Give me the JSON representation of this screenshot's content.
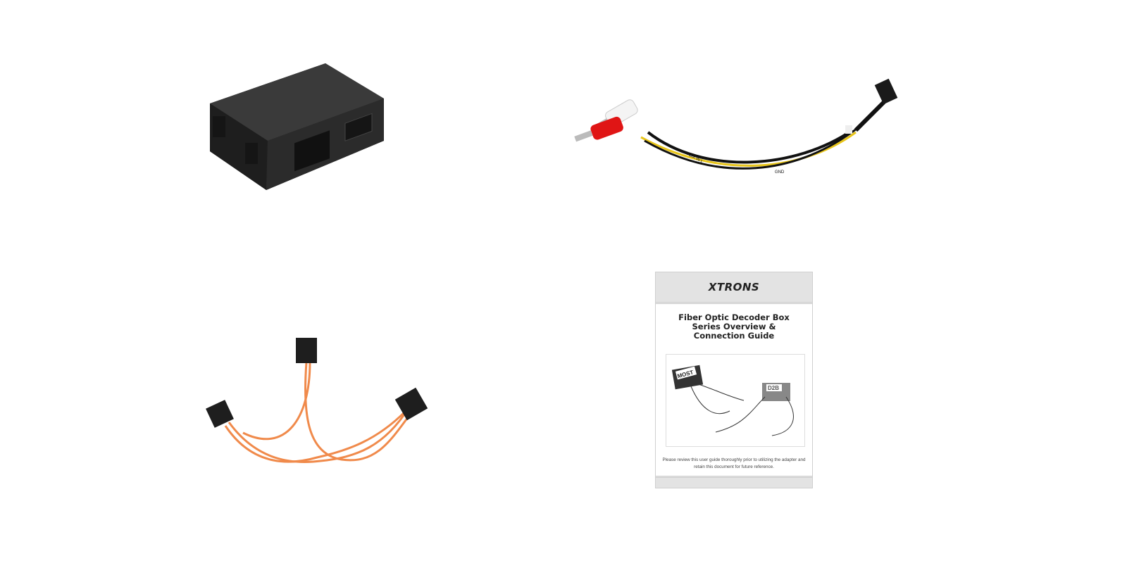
{
  "cable_labels": {
    "aux_in_l": "AUX IN L",
    "gnd": "GND"
  },
  "manual": {
    "brand": "XTRONS",
    "title": "Fiber Optic Decoder Box Series Overview & Connection Guide",
    "diagram_labels": {
      "most": "MOST",
      "d2b": "D2B"
    },
    "note": "Please review this user guide thoroughly prior to utilizing the adapter and retain this document for future reference."
  }
}
